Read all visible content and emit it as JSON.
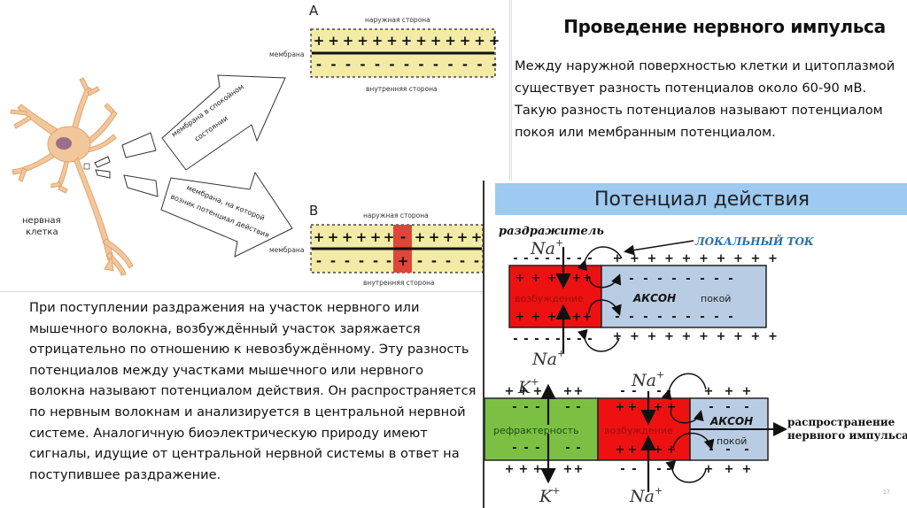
{
  "membrane_panel": {
    "label_a": "А",
    "label_b": "В",
    "outer_side": "наружная сторона",
    "inner_side": "внутренняя сторона",
    "membrane": "мембрана",
    "cell_label_line1": "нервная",
    "cell_label_line2": "клетка",
    "arrow_top_line1": "мембрана в спокойном",
    "arrow_top_line2": "состоянии",
    "arrow_bottom_line1": "мембрана, на которой",
    "arrow_bottom_line2": "возник потенциал действия",
    "plus": "+",
    "minus": "-",
    "colors": {
      "membrane_fill": "#f3eaa6",
      "depolarized": "#e0453a",
      "neuron": "#f2c79b"
    }
  },
  "resting": {
    "title": "Проведение нервного импульса",
    "body": "Между наружной поверхностью клетки и цитоплазмой существует разность потенциалов около 60-90 мВ. Такую разность потенциалов называют потенциалом покоя или мембранным потенциалом."
  },
  "action_text": {
    "body": "При поступлении раздражения на участок нервного или мышечного волокна, возбуждённый участок заряжается отрицательно по отношению к невозбуждённому. Эту разность потенциалов между участками мышечного или нервного волокна называют потенциалом действия. Он распространяется по нервным волокнам и анализируется в центральной нервной системе. Аналогичную биоэлектрическую природу имеют сигналы, идущие от центральной нервной системы в ответ на поступившее раздражение."
  },
  "action_diagram": {
    "title": "Потенциал действия",
    "stimulus": "раздражитель",
    "local_current": "ЛОКАЛЬНЫЙ ТОК",
    "na_ion": "Na",
    "k_ion": "K",
    "ion_charge": "+",
    "excitation": "возбуждение",
    "axon": "АКСОН",
    "rest": "покой",
    "refractory": "рефрактерность",
    "propagation_line1": "распространение",
    "propagation_line2": "нервного импульса",
    "page_number": "17",
    "colors": {
      "header": "#9ec9f0",
      "excited": "#ee1111",
      "rest": "#b8cde3",
      "refractory": "#7bc043",
      "local_current": "#2e6fa8"
    }
  }
}
